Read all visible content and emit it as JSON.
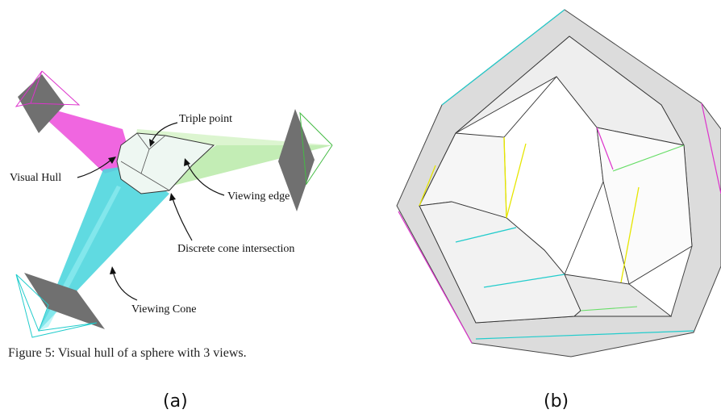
{
  "figure": {
    "caption": "Figure 5: Visual hull of a sphere with 3 views.",
    "panel_a_label": "(a)",
    "panel_b_label": "(b)",
    "annotations": {
      "triple_point": "Triple point",
      "visual_hull": "Visual Hull",
      "viewing_edge": "Viewing edge",
      "discrete_cone": "Discrete cone intersection",
      "viewing_cone": "Viewing Cone"
    }
  },
  "colors": {
    "magenta_cone": "#ee55dd",
    "green_cone": "#b8eaa8",
    "cyan_cone": "#4fd6de",
    "camera_plane": "#707070",
    "facet_gray": "#dcdcdc",
    "facet_white": "#ffffff",
    "edge_dark": "#333333",
    "edge_yellow": "#e6e600",
    "edge_cyan": "#22cccc",
    "edge_magenta": "#dd33cc"
  }
}
